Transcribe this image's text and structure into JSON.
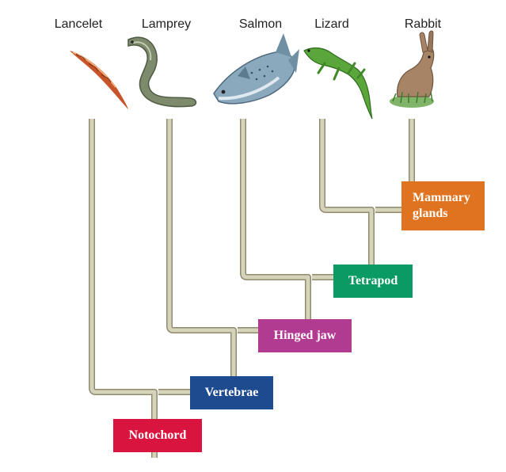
{
  "taxa": [
    "Lancelet",
    "Lamprey",
    "Salmon",
    "Lizard",
    "Rabbit"
  ],
  "traits": {
    "notochord": "Notochord",
    "vertebrae": "Vertebrae",
    "hinged_jaw": "Hinged jaw",
    "tetrapod": "Tetrapod",
    "mammary_line1": "Mammary",
    "mammary_line2": "glands"
  },
  "colors": {
    "branch": "#c9c6ad",
    "branch_edge": "#8f8b6e",
    "notochord": "#d9153f",
    "vertebrae": "#1e4b8f",
    "hinged_jaw": "#b23b92",
    "tetrapod": "#0a9a63",
    "mammary": "#e0731f"
  },
  "icons": [
    "lancelet-icon",
    "lamprey-icon",
    "salmon-icon",
    "lizard-icon",
    "rabbit-icon"
  ]
}
